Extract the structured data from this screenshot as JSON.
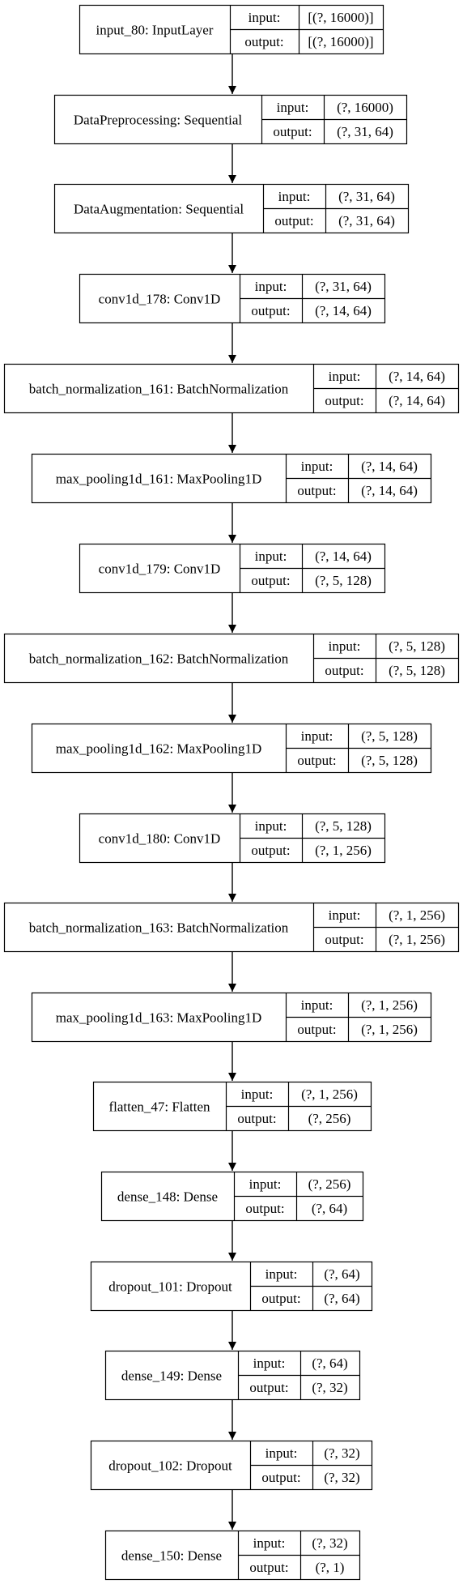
{
  "port_labels": {
    "input": "input:",
    "output": "output:"
  },
  "layers": [
    {
      "name": "input_80: InputLayer",
      "input": "[(?, 16000)]",
      "output": "[(?, 16000)]"
    },
    {
      "name": "DataPreprocessing: Sequential",
      "input": "(?, 16000)",
      "output": "(?, 31, 64)"
    },
    {
      "name": "DataAugmentation: Sequential",
      "input": "(?, 31, 64)",
      "output": "(?, 31, 64)"
    },
    {
      "name": "conv1d_178: Conv1D",
      "input": "(?, 31, 64)",
      "output": "(?, 14, 64)"
    },
    {
      "name": "batch_normalization_161: BatchNormalization",
      "input": "(?, 14, 64)",
      "output": "(?, 14, 64)"
    },
    {
      "name": "max_pooling1d_161: MaxPooling1D",
      "input": "(?, 14, 64)",
      "output": "(?, 14, 64)"
    },
    {
      "name": "conv1d_179: Conv1D",
      "input": "(?, 14, 64)",
      "output": "(?, 5, 128)"
    },
    {
      "name": "batch_normalization_162: BatchNormalization",
      "input": "(?, 5, 128)",
      "output": "(?, 5, 128)"
    },
    {
      "name": "max_pooling1d_162: MaxPooling1D",
      "input": "(?, 5, 128)",
      "output": "(?, 5, 128)"
    },
    {
      "name": "conv1d_180: Conv1D",
      "input": "(?, 5, 128)",
      "output": "(?, 1, 256)"
    },
    {
      "name": "batch_normalization_163: BatchNormalization",
      "input": "(?, 1, 256)",
      "output": "(?, 1, 256)"
    },
    {
      "name": "max_pooling1d_163: MaxPooling1D",
      "input": "(?, 1, 256)",
      "output": "(?, 1, 256)"
    },
    {
      "name": "flatten_47: Flatten",
      "input": "(?, 1, 256)",
      "output": "(?, 256)"
    },
    {
      "name": "dense_148: Dense",
      "input": "(?, 256)",
      "output": "(?, 64)"
    },
    {
      "name": "dropout_101: Dropout",
      "input": "(?, 64)",
      "output": "(?, 64)"
    },
    {
      "name": "dense_149: Dense",
      "input": "(?, 64)",
      "output": "(?, 32)"
    },
    {
      "name": "dropout_102: Dropout",
      "input": "(?, 32)",
      "output": "(?, 32)"
    },
    {
      "name": "dense_150: Dense",
      "input": "(?, 32)",
      "output": "(?, 1)"
    }
  ]
}
